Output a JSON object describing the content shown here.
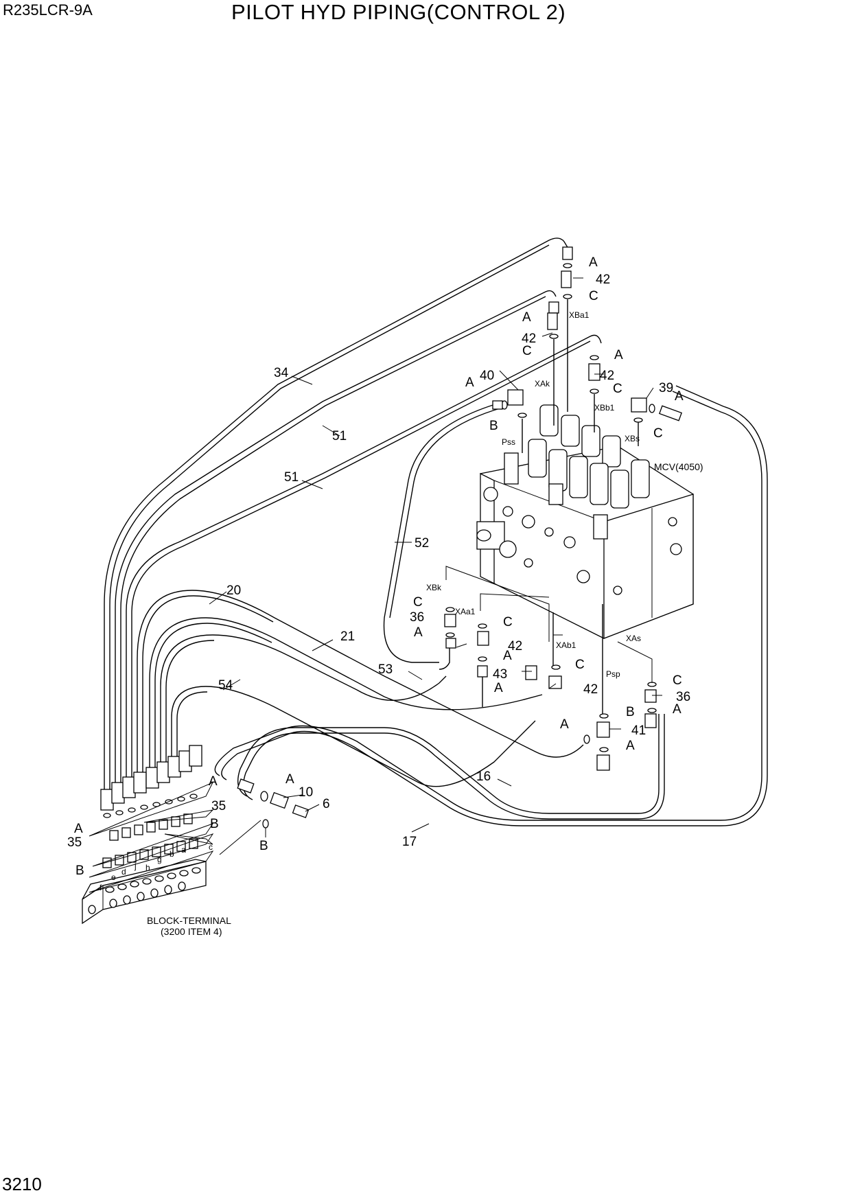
{
  "header": {
    "model": "R235LCR-9A",
    "title": "PILOT HYD PIPING(CONTROL 2)"
  },
  "footer": {
    "page_number": "3210"
  },
  "diagram": {
    "assemblies": {
      "mcv": "MCV(4050)",
      "block_terminal_line1": "BLOCK-TERMINAL",
      "block_terminal_line2": "(3200 ITEM 4)"
    },
    "callouts": {
      "n34": "34",
      "n51a": "51",
      "n51b": "51",
      "n52": "52",
      "n20": "20",
      "n21": "21",
      "n53": "53",
      "n54": "54",
      "n16": "16",
      "n17": "17",
      "n40": "40",
      "n39": "39",
      "n42a": "42",
      "n42b": "42",
      "n42c": "42",
      "n42d": "42",
      "n42e": "42",
      "n43": "43",
      "n41": "41",
      "n36a": "36",
      "n36b": "36",
      "n35a": "35",
      "n35b": "35",
      "n10": "10",
      "n6": "6"
    },
    "letters": {
      "A": "A",
      "B": "B",
      "C": "C"
    },
    "ports": {
      "XBa1": "XBa1",
      "XAk": "XAk",
      "XBb1": "XBb1",
      "XBs": "XBs",
      "Pss": "Pss",
      "XBk": "XBk",
      "XAa1": "XAa1",
      "XAb1": "XAb1",
      "XAs": "XAs",
      "Psp": "Psp"
    },
    "terminal_ports": {
      "a": "a",
      "b": "b",
      "c": "c",
      "d": "d",
      "e": "e",
      "f": "f",
      "g": "g",
      "h": "h",
      "j": "j"
    }
  }
}
